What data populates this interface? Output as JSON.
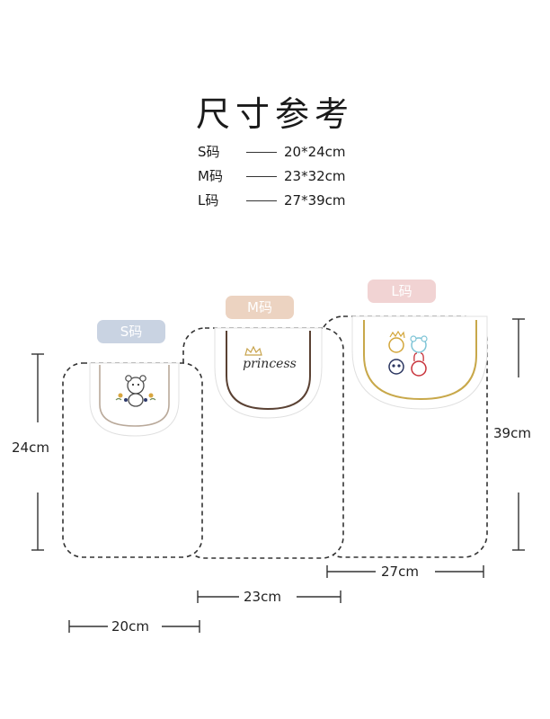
{
  "title": "尺寸参考",
  "sizes": [
    {
      "label": "S码",
      "value": "20*24cm"
    },
    {
      "label": "M码",
      "value": "23*32cm"
    },
    {
      "label": "L码",
      "value": "27*39cm"
    }
  ],
  "badges": {
    "s": "S码",
    "m": "M码",
    "l": "L码"
  },
  "badge_colors": {
    "s": "#c9d3e2",
    "m": "#ecd3c1",
    "l": "#f1d3d3"
  },
  "brand_text": "princess",
  "dimensions": {
    "s_height": "24cm",
    "s_width": "20cm",
    "m_width": "23cm",
    "l_height": "39cm",
    "l_width": "27cm"
  }
}
